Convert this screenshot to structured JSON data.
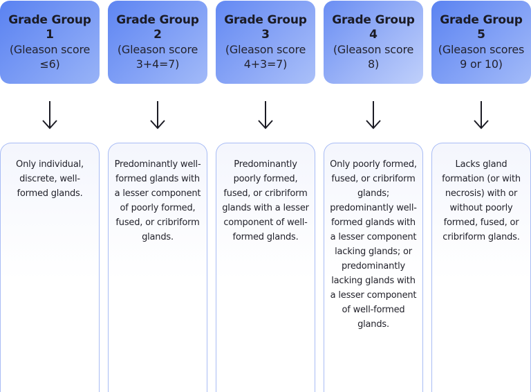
{
  "colors": {
    "header_gradient_from": "#5e86f2",
    "header_gradient_to": "#b4c7fa",
    "box_border": "#a8bcf5",
    "arrow": "#1b1b24"
  },
  "columns": [
    {
      "title": "Grade Group",
      "number": "1",
      "subtitle": "(Gleason score ≤6)",
      "description": "Only individual, discrete, well-formed glands."
    },
    {
      "title": "Grade Group",
      "number": "2",
      "subtitle": "(Gleason score 3+4=7)",
      "description": "Predominantly well-formed glands with a lesser component of poorly formed, fused, or cribriform glands."
    },
    {
      "title": "Grade Group",
      "number": "3",
      "subtitle": "(Gleason score 4+3=7)",
      "description": "Predominantly poorly formed, fused, or cribriform glands with a lesser component of well-formed glands."
    },
    {
      "title": "Grade Group",
      "number": "4",
      "subtitle": "(Gleason score 8)",
      "description": "Only poorly formed, fused, or cribriform glands; predominantly well-formed glands with a lesser component lacking glands; or predominantly lacking glands with a lesser component of well-formed glands."
    },
    {
      "title": "Grade Group",
      "number": "5",
      "subtitle": "(Gleason scores 9 or 10)",
      "description": "Lacks gland formation (or with necrosis) with or without poorly formed, fused, or cribriform glands."
    }
  ]
}
